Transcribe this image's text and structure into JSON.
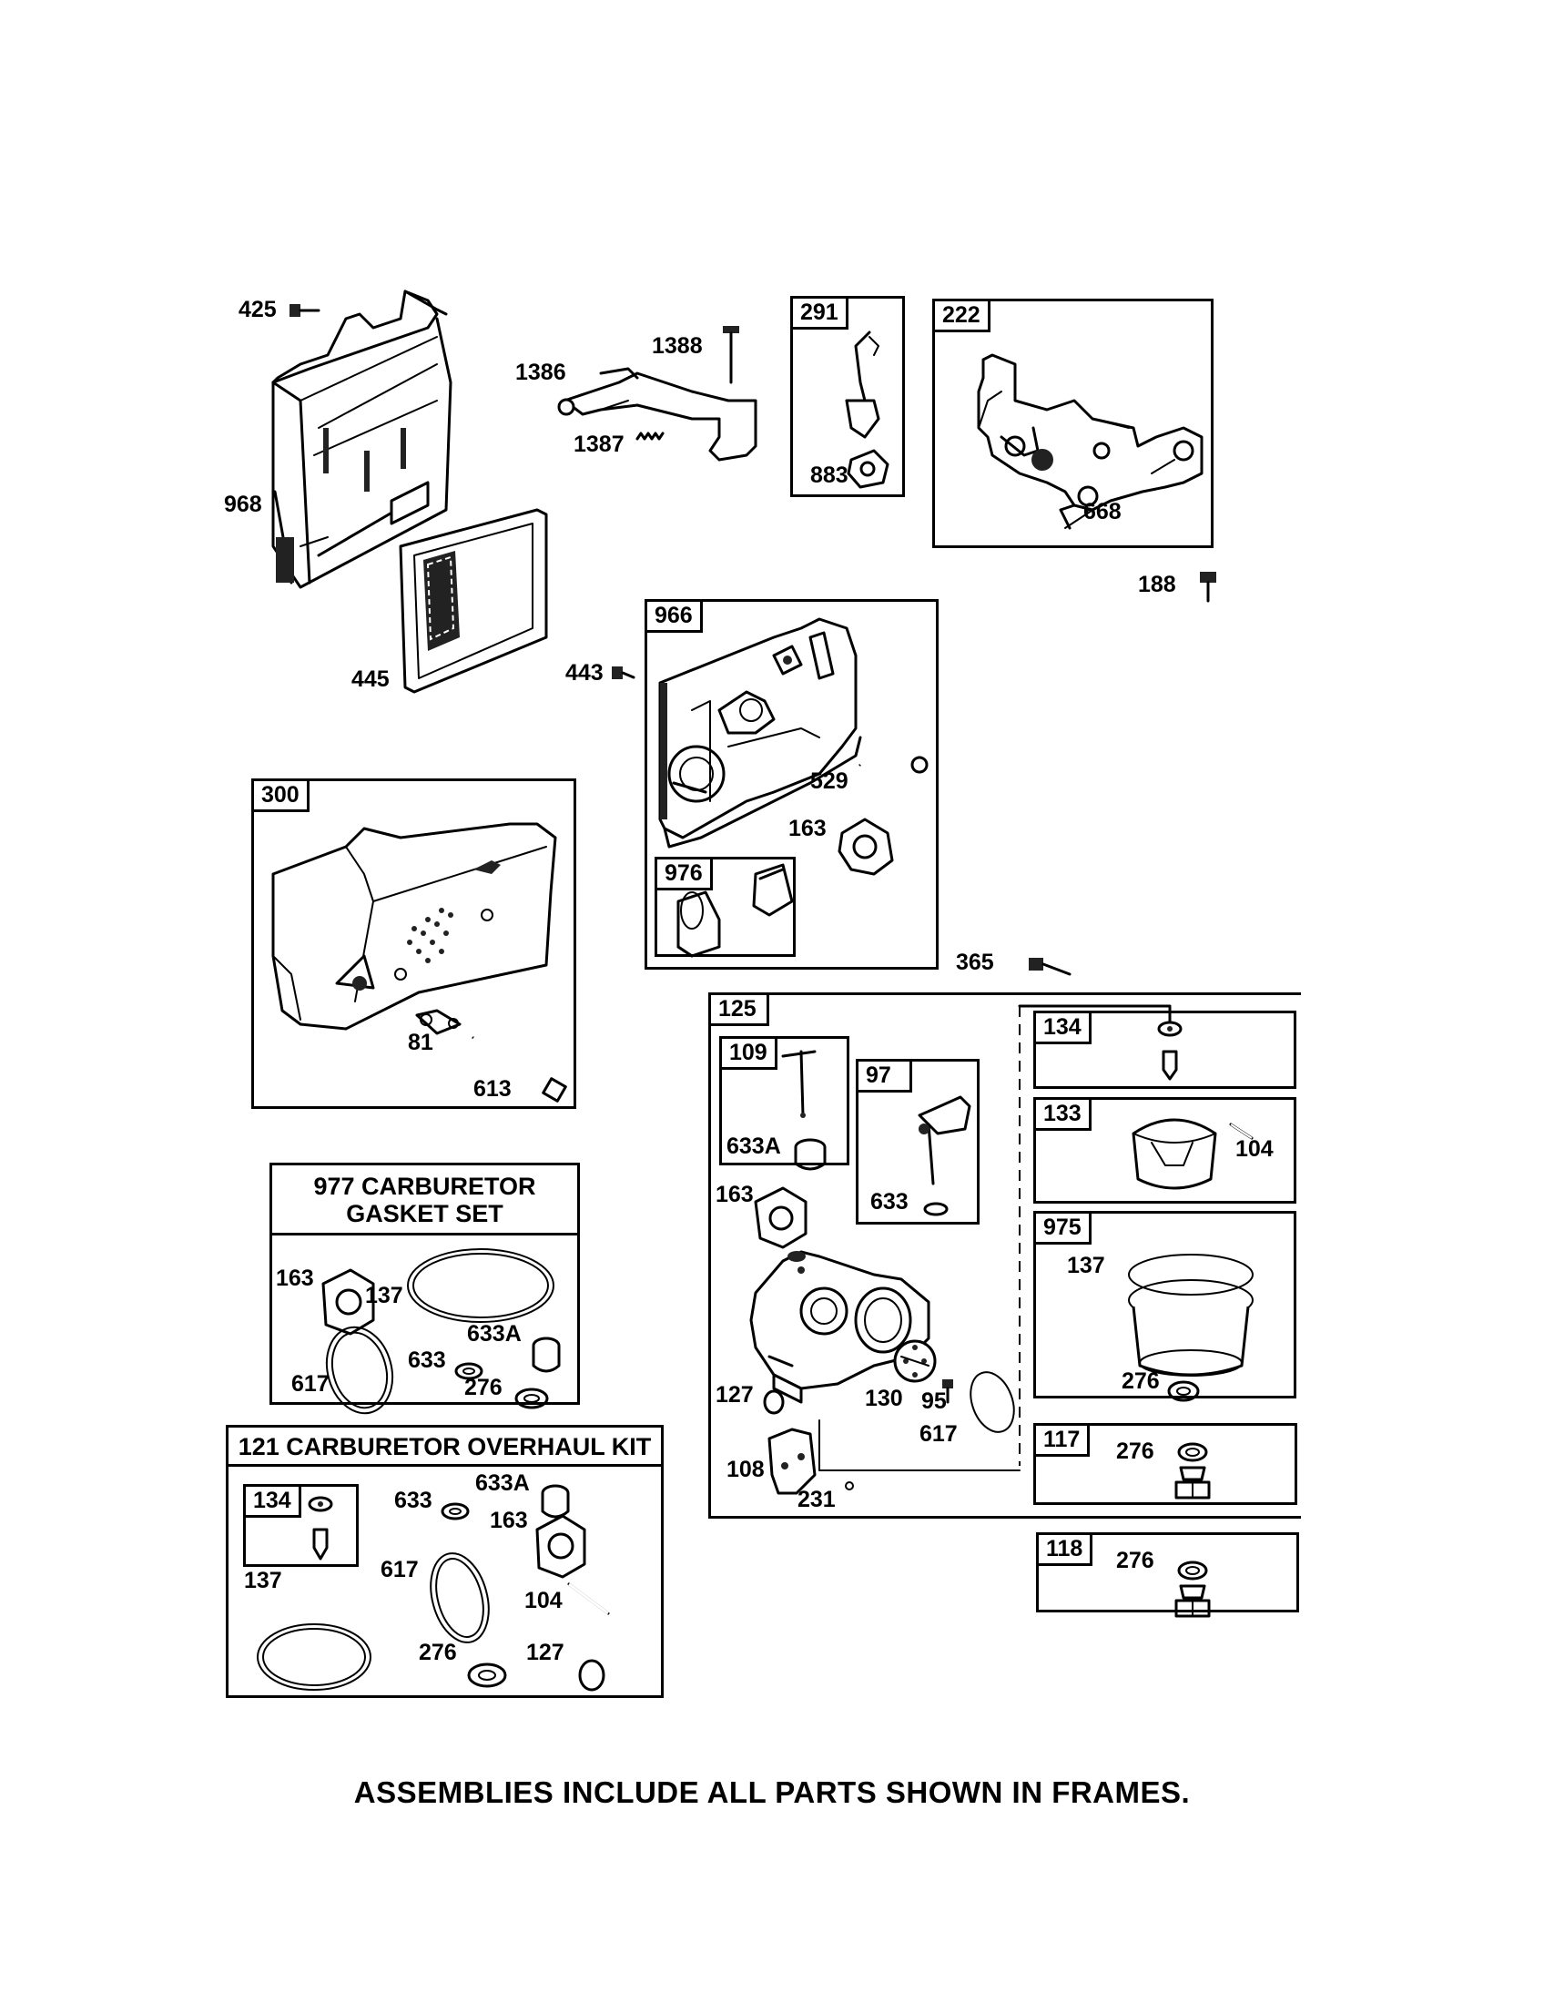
{
  "labels": {
    "p425": "425",
    "p968": "968",
    "p445": "445",
    "p1388": "1388",
    "p1386": "1386",
    "p1387": "1387",
    "p291": "291",
    "p883": "883",
    "p222": "222",
    "p668": "668",
    "p188": "188",
    "p966": "966",
    "p443": "443",
    "p529": "529",
    "p163_966": "163",
    "p976": "976",
    "p365": "365",
    "p300": "300",
    "p81": "81",
    "p613": "613",
    "p125": "125",
    "p109": "109",
    "p633A_109": "633A",
    "p97": "97",
    "p633_97": "633",
    "p163_125": "163",
    "p127_125": "127",
    "p108": "108",
    "p231": "231",
    "p130": "130",
    "p95": "95",
    "p617_125": "617",
    "p134_right": "134",
    "p133": "133",
    "p104_133": "104",
    "p975": "975",
    "p137_975": "137",
    "p276_975": "276",
    "p117": "117",
    "p276_117": "276",
    "p118": "118",
    "p276_118": "276",
    "p163_gs": "163",
    "p137_gs": "137",
    "p633A_gs": "633A",
    "p617_gs": "617",
    "p633_gs": "633",
    "p276_gs": "276",
    "p134_ok": "134",
    "p633_ok": "633",
    "p633A_ok": "633A",
    "p163_ok": "163",
    "p137_ok": "137",
    "p617_ok": "617",
    "p104_ok": "104",
    "p276_ok": "276",
    "p127_ok": "127"
  },
  "kits": {
    "gasket_set_title_line1": "977 CARBURETOR",
    "gasket_set_title_line2": "GASKET SET",
    "overhaul_kit_title": "121 CARBURETOR OVERHAUL KIT"
  },
  "caption": "ASSEMBLIES INCLUDE ALL PARTS SHOWN IN FRAMES."
}
